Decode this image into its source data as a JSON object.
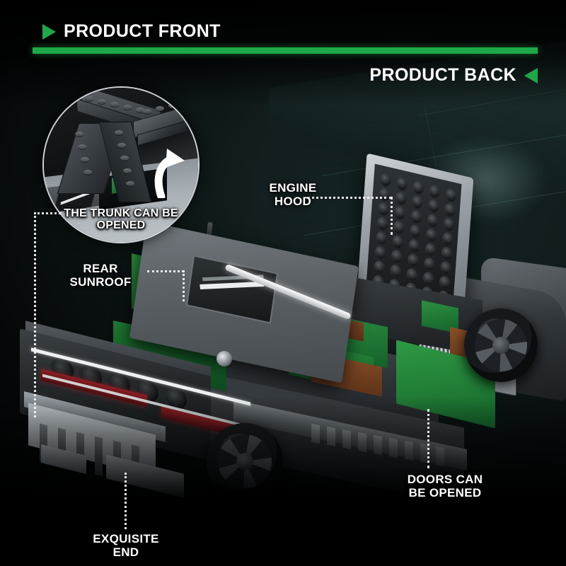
{
  "header": {
    "front_label": "PRODUCT FRONT",
    "front_icon": "triangle-right-icon",
    "back_label": "PRODUCT BACK",
    "back_icon": "triangle-left-icon",
    "accent_color": "#1fa84a",
    "divider_color": "#1fa84a"
  },
  "inset": {
    "caption": "THE TRUNK CAN\nBE OPENED",
    "arrow_icon": "curved-up-arrow-icon"
  },
  "callouts": {
    "engine_hood": "ENGINE\nHOOD",
    "rear_sunroof": "REAR\nSUNROOF",
    "doors": "DOORS CAN\nBE OPENED",
    "exquisite_end": "EXQUISITE\nEND"
  },
  "colors": {
    "background": "#000000",
    "backdrop_teal": "#1b2b2c",
    "body_gray": "#3c4145",
    "body_dark": "#15181a",
    "interior_green": "#1e7a33",
    "interior_brown": "#7a4522",
    "taillight_red": "#8b1f22",
    "trim_white": "#eef1f3",
    "hood_silver": "#cfd4d8",
    "text_white": "#ffffff"
  },
  "subject": {
    "type": "building-block sports car model",
    "features": [
      "opening trunk",
      "rear sunroof",
      "engine hood",
      "opening doors",
      "exquisite end"
    ]
  }
}
